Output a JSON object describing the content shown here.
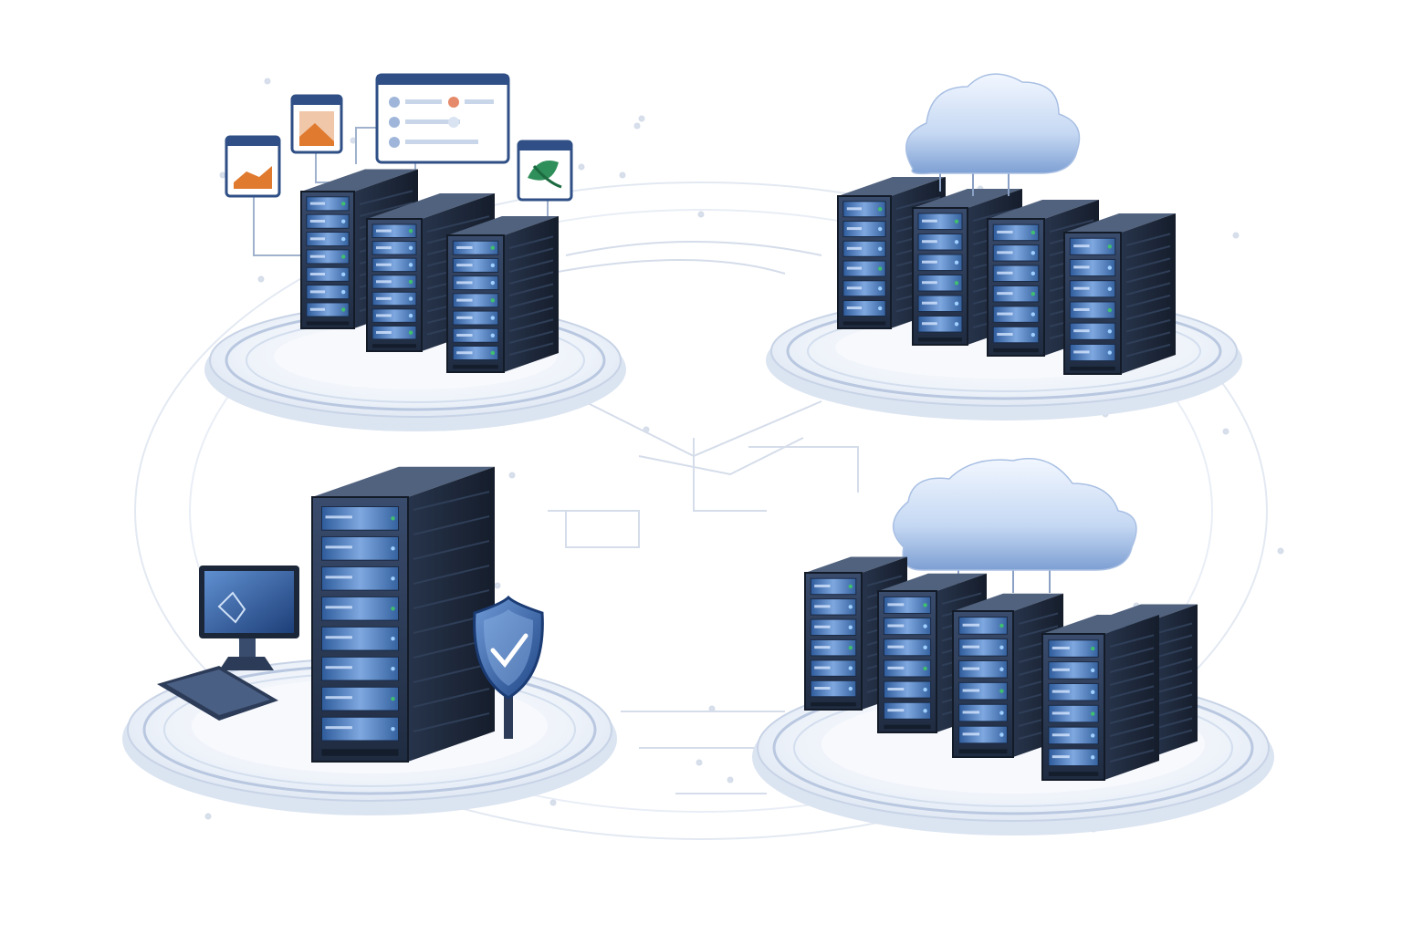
{
  "palette": {
    "background": "#ffffff",
    "platform_fill": "#f3f6fb",
    "platform_ring": "#c7d3e6",
    "platform_shadow": "#b9c8e0",
    "rack_front": "#2c3b57",
    "rack_side": "#1b2638",
    "rack_top": "#51627e",
    "panel_blue": "#3f6fb4",
    "panel_light": "#8fb3e6",
    "led_green": "#3fbf6f",
    "cloud_light": "#e6efff",
    "cloud_mid": "#bcd2f2",
    "cloud_dark": "#6f95cf",
    "circuit": "#d5ddea",
    "shield": "#2f5fa6",
    "window_accent_orange": "#e07a2f",
    "window_accent_green": "#2f8f5b"
  },
  "groups": [
    {
      "id": "apps",
      "icon": "app-windows-icon",
      "server_count": 3
    },
    {
      "id": "cloud-top",
      "icon": "cloud-icon",
      "server_count": 4
    },
    {
      "id": "secure",
      "icon": "shield-check-icon",
      "server_count": 1
    },
    {
      "id": "cloud-bottom",
      "icon": "cloud-icon",
      "server_count": 5
    }
  ]
}
